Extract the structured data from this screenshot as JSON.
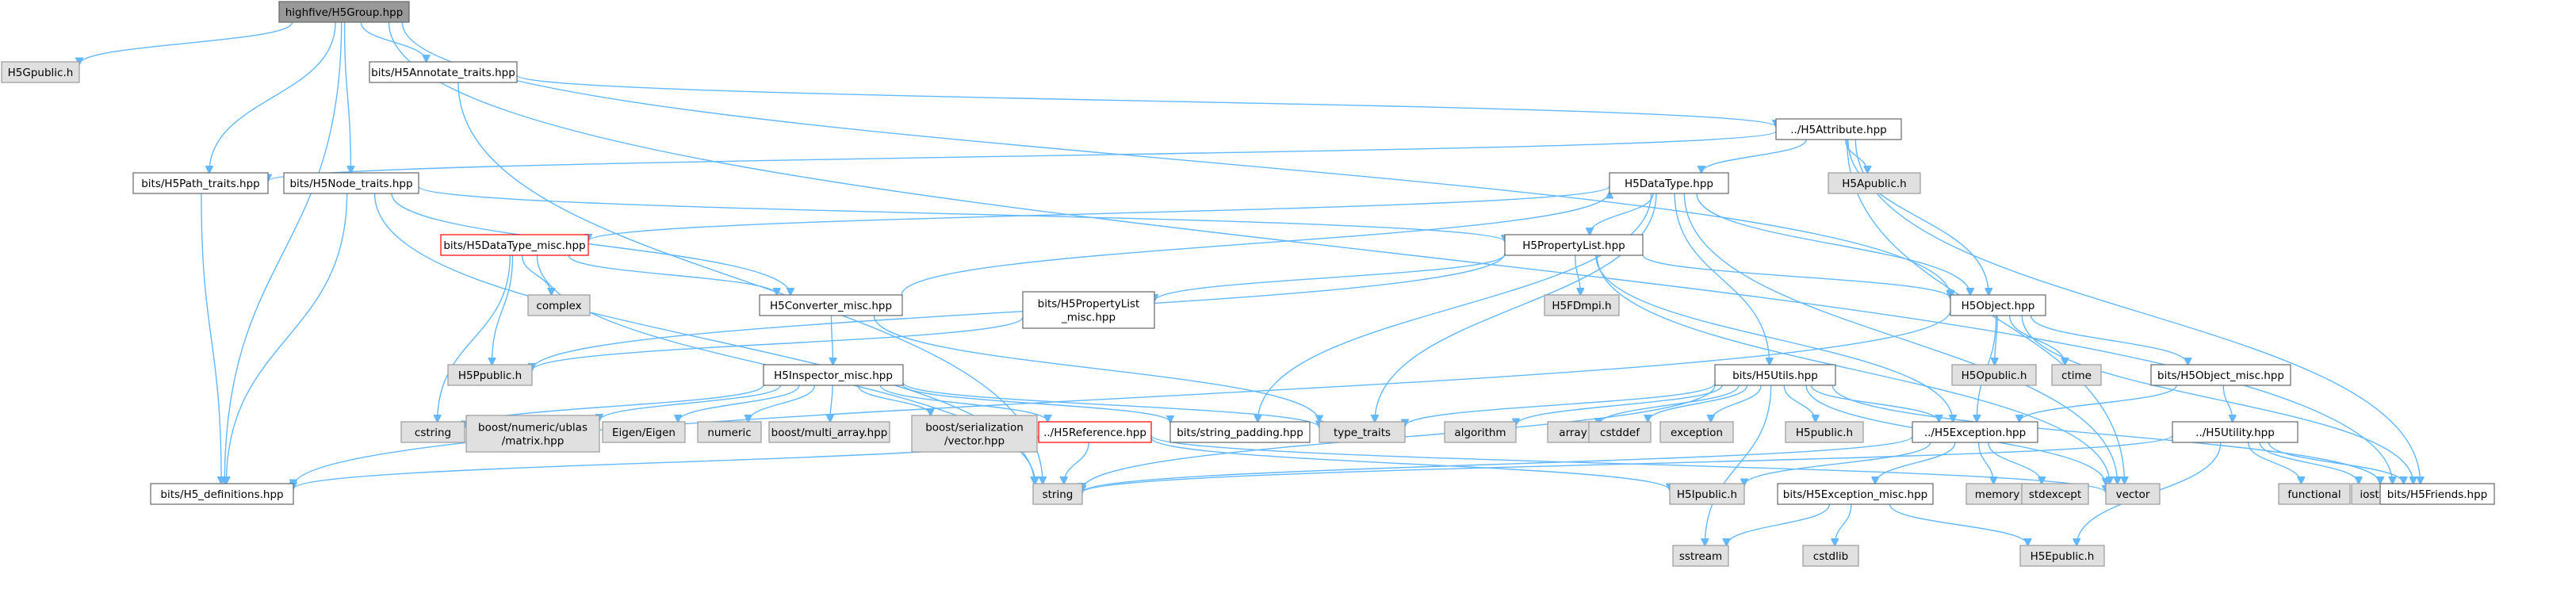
{
  "colors": {
    "root_fill": "#999999",
    "root_border": "#666666",
    "local_fill": "#ffffff",
    "local_border": "#666666",
    "system_fill": "#e0e0e0",
    "system_border": "#999999",
    "missing_border": "#ff0000",
    "edge": "#63b8ff"
  },
  "nodes": [
    {
      "id": "root",
      "lines": [
        "highfive/H5Group.hpp"
      ],
      "kind": "root"
    },
    {
      "id": "h5gpublic",
      "lines": [
        "H5Gpublic.h"
      ],
      "kind": "system"
    },
    {
      "id": "annotate",
      "lines": [
        "bits/H5Annotate_traits.hpp"
      ],
      "kind": "local"
    },
    {
      "id": "attribute",
      "lines": [
        "../H5Attribute.hpp"
      ],
      "kind": "local"
    },
    {
      "id": "path_traits",
      "lines": [
        "bits/H5Path_traits.hpp"
      ],
      "kind": "local"
    },
    {
      "id": "node_traits",
      "lines": [
        "bits/H5Node_traits.hpp"
      ],
      "kind": "local"
    },
    {
      "id": "datatype",
      "lines": [
        "H5DataType.hpp"
      ],
      "kind": "local"
    },
    {
      "id": "h5apublic",
      "lines": [
        "H5Apublic.h"
      ],
      "kind": "system"
    },
    {
      "id": "datatype_misc",
      "lines": [
        "bits/H5DataType_misc.hpp"
      ],
      "kind": "missing"
    },
    {
      "id": "proplist",
      "lines": [
        "H5PropertyList.hpp"
      ],
      "kind": "local"
    },
    {
      "id": "complex",
      "lines": [
        "complex"
      ],
      "kind": "system"
    },
    {
      "id": "converter_misc",
      "lines": [
        "H5Converter_misc.hpp"
      ],
      "kind": "local"
    },
    {
      "id": "proplist_misc",
      "lines": [
        "bits/H5PropertyList",
        "_misc.hpp"
      ],
      "kind": "local"
    },
    {
      "id": "h5fdmpi",
      "lines": [
        "H5FDmpi.h"
      ],
      "kind": "system"
    },
    {
      "id": "object",
      "lines": [
        "H5Object.hpp"
      ],
      "kind": "local"
    },
    {
      "id": "h5ppublic",
      "lines": [
        "H5Ppublic.h"
      ],
      "kind": "system"
    },
    {
      "id": "inspector_misc",
      "lines": [
        "H5Inspector_misc.hpp"
      ],
      "kind": "local"
    },
    {
      "id": "utils",
      "lines": [
        "bits/H5Utils.hpp"
      ],
      "kind": "local"
    },
    {
      "id": "h5opublic",
      "lines": [
        "H5Opublic.h"
      ],
      "kind": "system"
    },
    {
      "id": "ctime",
      "lines": [
        "ctime"
      ],
      "kind": "system"
    },
    {
      "id": "object_misc",
      "lines": [
        "bits/H5Object_misc.hpp"
      ],
      "kind": "local"
    },
    {
      "id": "cstring",
      "lines": [
        "cstring"
      ],
      "kind": "system"
    },
    {
      "id": "ublas",
      "lines": [
        "boost/numeric/ublas",
        "/matrix.hpp"
      ],
      "kind": "system"
    },
    {
      "id": "eigen",
      "lines": [
        "Eigen/Eigen"
      ],
      "kind": "system"
    },
    {
      "id": "numeric",
      "lines": [
        "numeric"
      ],
      "kind": "system"
    },
    {
      "id": "multi_array",
      "lines": [
        "boost/multi_array.hpp"
      ],
      "kind": "system"
    },
    {
      "id": "serialization",
      "lines": [
        "boost/serialization",
        "/vector.hpp"
      ],
      "kind": "system"
    },
    {
      "id": "reference",
      "lines": [
        "../H5Reference.hpp"
      ],
      "kind": "missing"
    },
    {
      "id": "string_padding",
      "lines": [
        "bits/string_padding.hpp"
      ],
      "kind": "local"
    },
    {
      "id": "type_traits",
      "lines": [
        "type_traits"
      ],
      "kind": "system"
    },
    {
      "id": "algorithm",
      "lines": [
        "algorithm"
      ],
      "kind": "system"
    },
    {
      "id": "array",
      "lines": [
        "array"
      ],
      "kind": "system"
    },
    {
      "id": "cstddef",
      "lines": [
        "cstddef"
      ],
      "kind": "system"
    },
    {
      "id": "exception",
      "lines": [
        "exception"
      ],
      "kind": "system"
    },
    {
      "id": "h5public",
      "lines": [
        "H5public.h"
      ],
      "kind": "system"
    },
    {
      "id": "h5exception",
      "lines": [
        "../H5Exception.hpp"
      ],
      "kind": "local"
    },
    {
      "id": "h5utility",
      "lines": [
        "../H5Utility.hpp"
      ],
      "kind": "local"
    },
    {
      "id": "definitions",
      "lines": [
        "bits/H5_definitions.hpp"
      ],
      "kind": "local"
    },
    {
      "id": "string",
      "lines": [
        "string"
      ],
      "kind": "system"
    },
    {
      "id": "h5ipublic",
      "lines": [
        "H5Ipublic.h"
      ],
      "kind": "system"
    },
    {
      "id": "exception_misc",
      "lines": [
        "bits/H5Exception_misc.hpp"
      ],
      "kind": "local"
    },
    {
      "id": "memory",
      "lines": [
        "memory"
      ],
      "kind": "system"
    },
    {
      "id": "stdexcept",
      "lines": [
        "stdexcept"
      ],
      "kind": "system"
    },
    {
      "id": "vector",
      "lines": [
        "vector"
      ],
      "kind": "system"
    },
    {
      "id": "functional",
      "lines": [
        "functional"
      ],
      "kind": "system"
    },
    {
      "id": "iostream",
      "lines": [
        "iostream"
      ],
      "kind": "system"
    },
    {
      "id": "friends",
      "lines": [
        "bits/H5Friends.hpp"
      ],
      "kind": "local"
    },
    {
      "id": "sstream",
      "lines": [
        "sstream"
      ],
      "kind": "system"
    },
    {
      "id": "cstdlib",
      "lines": [
        "cstdlib"
      ],
      "kind": "system"
    },
    {
      "id": "h5epublic",
      "lines": [
        "H5Epublic.h"
      ],
      "kind": "system"
    }
  ],
  "edges": [
    [
      "root",
      "h5gpublic"
    ],
    [
      "root",
      "annotate"
    ],
    [
      "root",
      "path_traits"
    ],
    [
      "root",
      "node_traits"
    ],
    [
      "root",
      "definitions"
    ],
    [
      "root",
      "object"
    ],
    [
      "root",
      "friends"
    ],
    [
      "annotate",
      "attribute"
    ],
    [
      "annotate",
      "string"
    ],
    [
      "attribute",
      "datatype"
    ],
    [
      "attribute",
      "h5apublic"
    ],
    [
      "attribute",
      "object"
    ],
    [
      "attribute",
      "path_traits"
    ],
    [
      "attribute",
      "vector"
    ],
    [
      "attribute",
      "friends"
    ],
    [
      "path_traits",
      "definitions"
    ],
    [
      "node_traits",
      "proplist"
    ],
    [
      "node_traits",
      "converter_misc"
    ],
    [
      "node_traits",
      "definitions"
    ],
    [
      "node_traits",
      "string"
    ],
    [
      "datatype",
      "datatype_misc"
    ],
    [
      "datatype",
      "proplist"
    ],
    [
      "datatype",
      "object"
    ],
    [
      "datatype",
      "utils"
    ],
    [
      "datatype",
      "string_padding"
    ],
    [
      "datatype",
      "type_traits"
    ],
    [
      "datatype",
      "vector"
    ],
    [
      "datatype_misc",
      "converter_misc"
    ],
    [
      "datatype_misc",
      "complex"
    ],
    [
      "datatype_misc",
      "h5ppublic"
    ],
    [
      "datatype_misc",
      "cstring"
    ],
    [
      "datatype_misc",
      "string"
    ],
    [
      "proplist",
      "object"
    ],
    [
      "proplist",
      "proplist_misc"
    ],
    [
      "proplist",
      "h5fdmpi"
    ],
    [
      "proplist",
      "h5ppublic"
    ],
    [
      "proplist",
      "h5exception"
    ],
    [
      "proplist",
      "vector"
    ],
    [
      "converter_misc",
      "datatype"
    ],
    [
      "converter_misc",
      "inspector_misc"
    ],
    [
      "converter_misc",
      "type_traits"
    ],
    [
      "proplist_misc",
      "h5ppublic"
    ],
    [
      "object",
      "h5opublic"
    ],
    [
      "object",
      "ctime"
    ],
    [
      "object",
      "object_misc"
    ],
    [
      "object",
      "h5exception"
    ],
    [
      "object",
      "definitions"
    ],
    [
      "object",
      "friends"
    ],
    [
      "inspector_misc",
      "cstring"
    ],
    [
      "inspector_misc",
      "ublas"
    ],
    [
      "inspector_misc",
      "eigen"
    ],
    [
      "inspector_misc",
      "numeric"
    ],
    [
      "inspector_misc",
      "multi_array"
    ],
    [
      "inspector_misc",
      "serialization"
    ],
    [
      "inspector_misc",
      "reference"
    ],
    [
      "inspector_misc",
      "string_padding"
    ],
    [
      "inspector_misc",
      "type_traits"
    ],
    [
      "utils",
      "type_traits"
    ],
    [
      "utils",
      "algorithm"
    ],
    [
      "utils",
      "array"
    ],
    [
      "utils",
      "cstddef"
    ],
    [
      "utils",
      "exception"
    ],
    [
      "utils",
      "h5public"
    ],
    [
      "utils",
      "h5exception"
    ],
    [
      "utils",
      "string"
    ],
    [
      "utils",
      "sstream"
    ],
    [
      "utils",
      "vector"
    ],
    [
      "utils",
      "friends"
    ],
    [
      "object_misc",
      "h5exception"
    ],
    [
      "object_misc",
      "h5utility"
    ],
    [
      "reference",
      "definitions"
    ],
    [
      "reference",
      "string"
    ],
    [
      "reference",
      "vector"
    ],
    [
      "reference",
      "h5ipublic"
    ],
    [
      "h5exception",
      "h5ipublic"
    ],
    [
      "h5exception",
      "exception_misc"
    ],
    [
      "h5exception",
      "memory"
    ],
    [
      "h5exception",
      "stdexcept"
    ],
    [
      "h5exception",
      "string"
    ],
    [
      "exception_misc",
      "sstream"
    ],
    [
      "exception_misc",
      "cstdlib"
    ],
    [
      "exception_misc",
      "h5epublic"
    ],
    [
      "h5utility",
      "functional"
    ],
    [
      "h5utility",
      "iostream"
    ],
    [
      "h5utility",
      "friends"
    ],
    [
      "h5utility",
      "string"
    ],
    [
      "h5utility",
      "h5epublic"
    ]
  ]
}
